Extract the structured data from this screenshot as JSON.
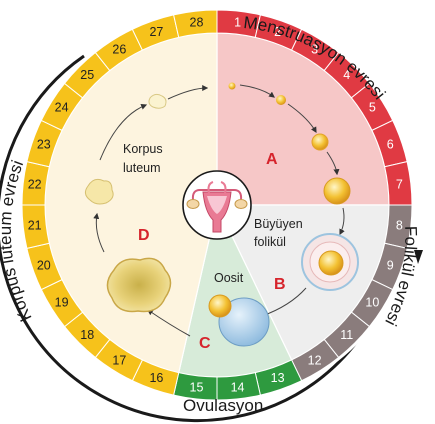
{
  "phases": {
    "menstruation": "Menstruasyon evresi",
    "follicular": "Folikül evresi",
    "ovulation": "Ovulasyon",
    "corpus_luteum": "Korpus luteum evresi"
  },
  "labels": {
    "corpus_luteum": [
      "Korpus",
      "luteum"
    ],
    "growing_follicle": [
      "Büyüyen",
      "folikül"
    ],
    "oocyte": "Oosit"
  },
  "letters": {
    "a": "A",
    "b": "B",
    "c": "C",
    "d": "D"
  },
  "days": [
    "1",
    "2",
    "3",
    "4",
    "5",
    "6",
    "7",
    "8",
    "9",
    "10",
    "11",
    "12",
    "13",
    "14",
    "15",
    "16",
    "17",
    "18",
    "19",
    "20",
    "21",
    "22",
    "23",
    "24",
    "25",
    "26",
    "27",
    "28"
  ],
  "colors": {
    "menstruation": "#e03a43",
    "menstruation_inner": "#f6c7c7",
    "follicular": "#8a7c7c",
    "follicular_inner": "#eeeeee",
    "ovulation": "#2e9a3f",
    "ovulation_inner": "#d7ebd9",
    "luteal": "#f6c21b",
    "luteal_inner": "#fdf4df",
    "letters": "#d6242c"
  }
}
